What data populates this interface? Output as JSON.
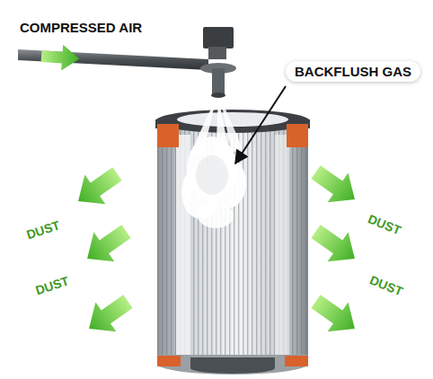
{
  "diagram": {
    "labels": [
      "COMPRESSED AIR",
      "BACKFLUSH GAS",
      "DUST",
      "DUST",
      "DUST",
      "DUST"
    ]
  }
}
